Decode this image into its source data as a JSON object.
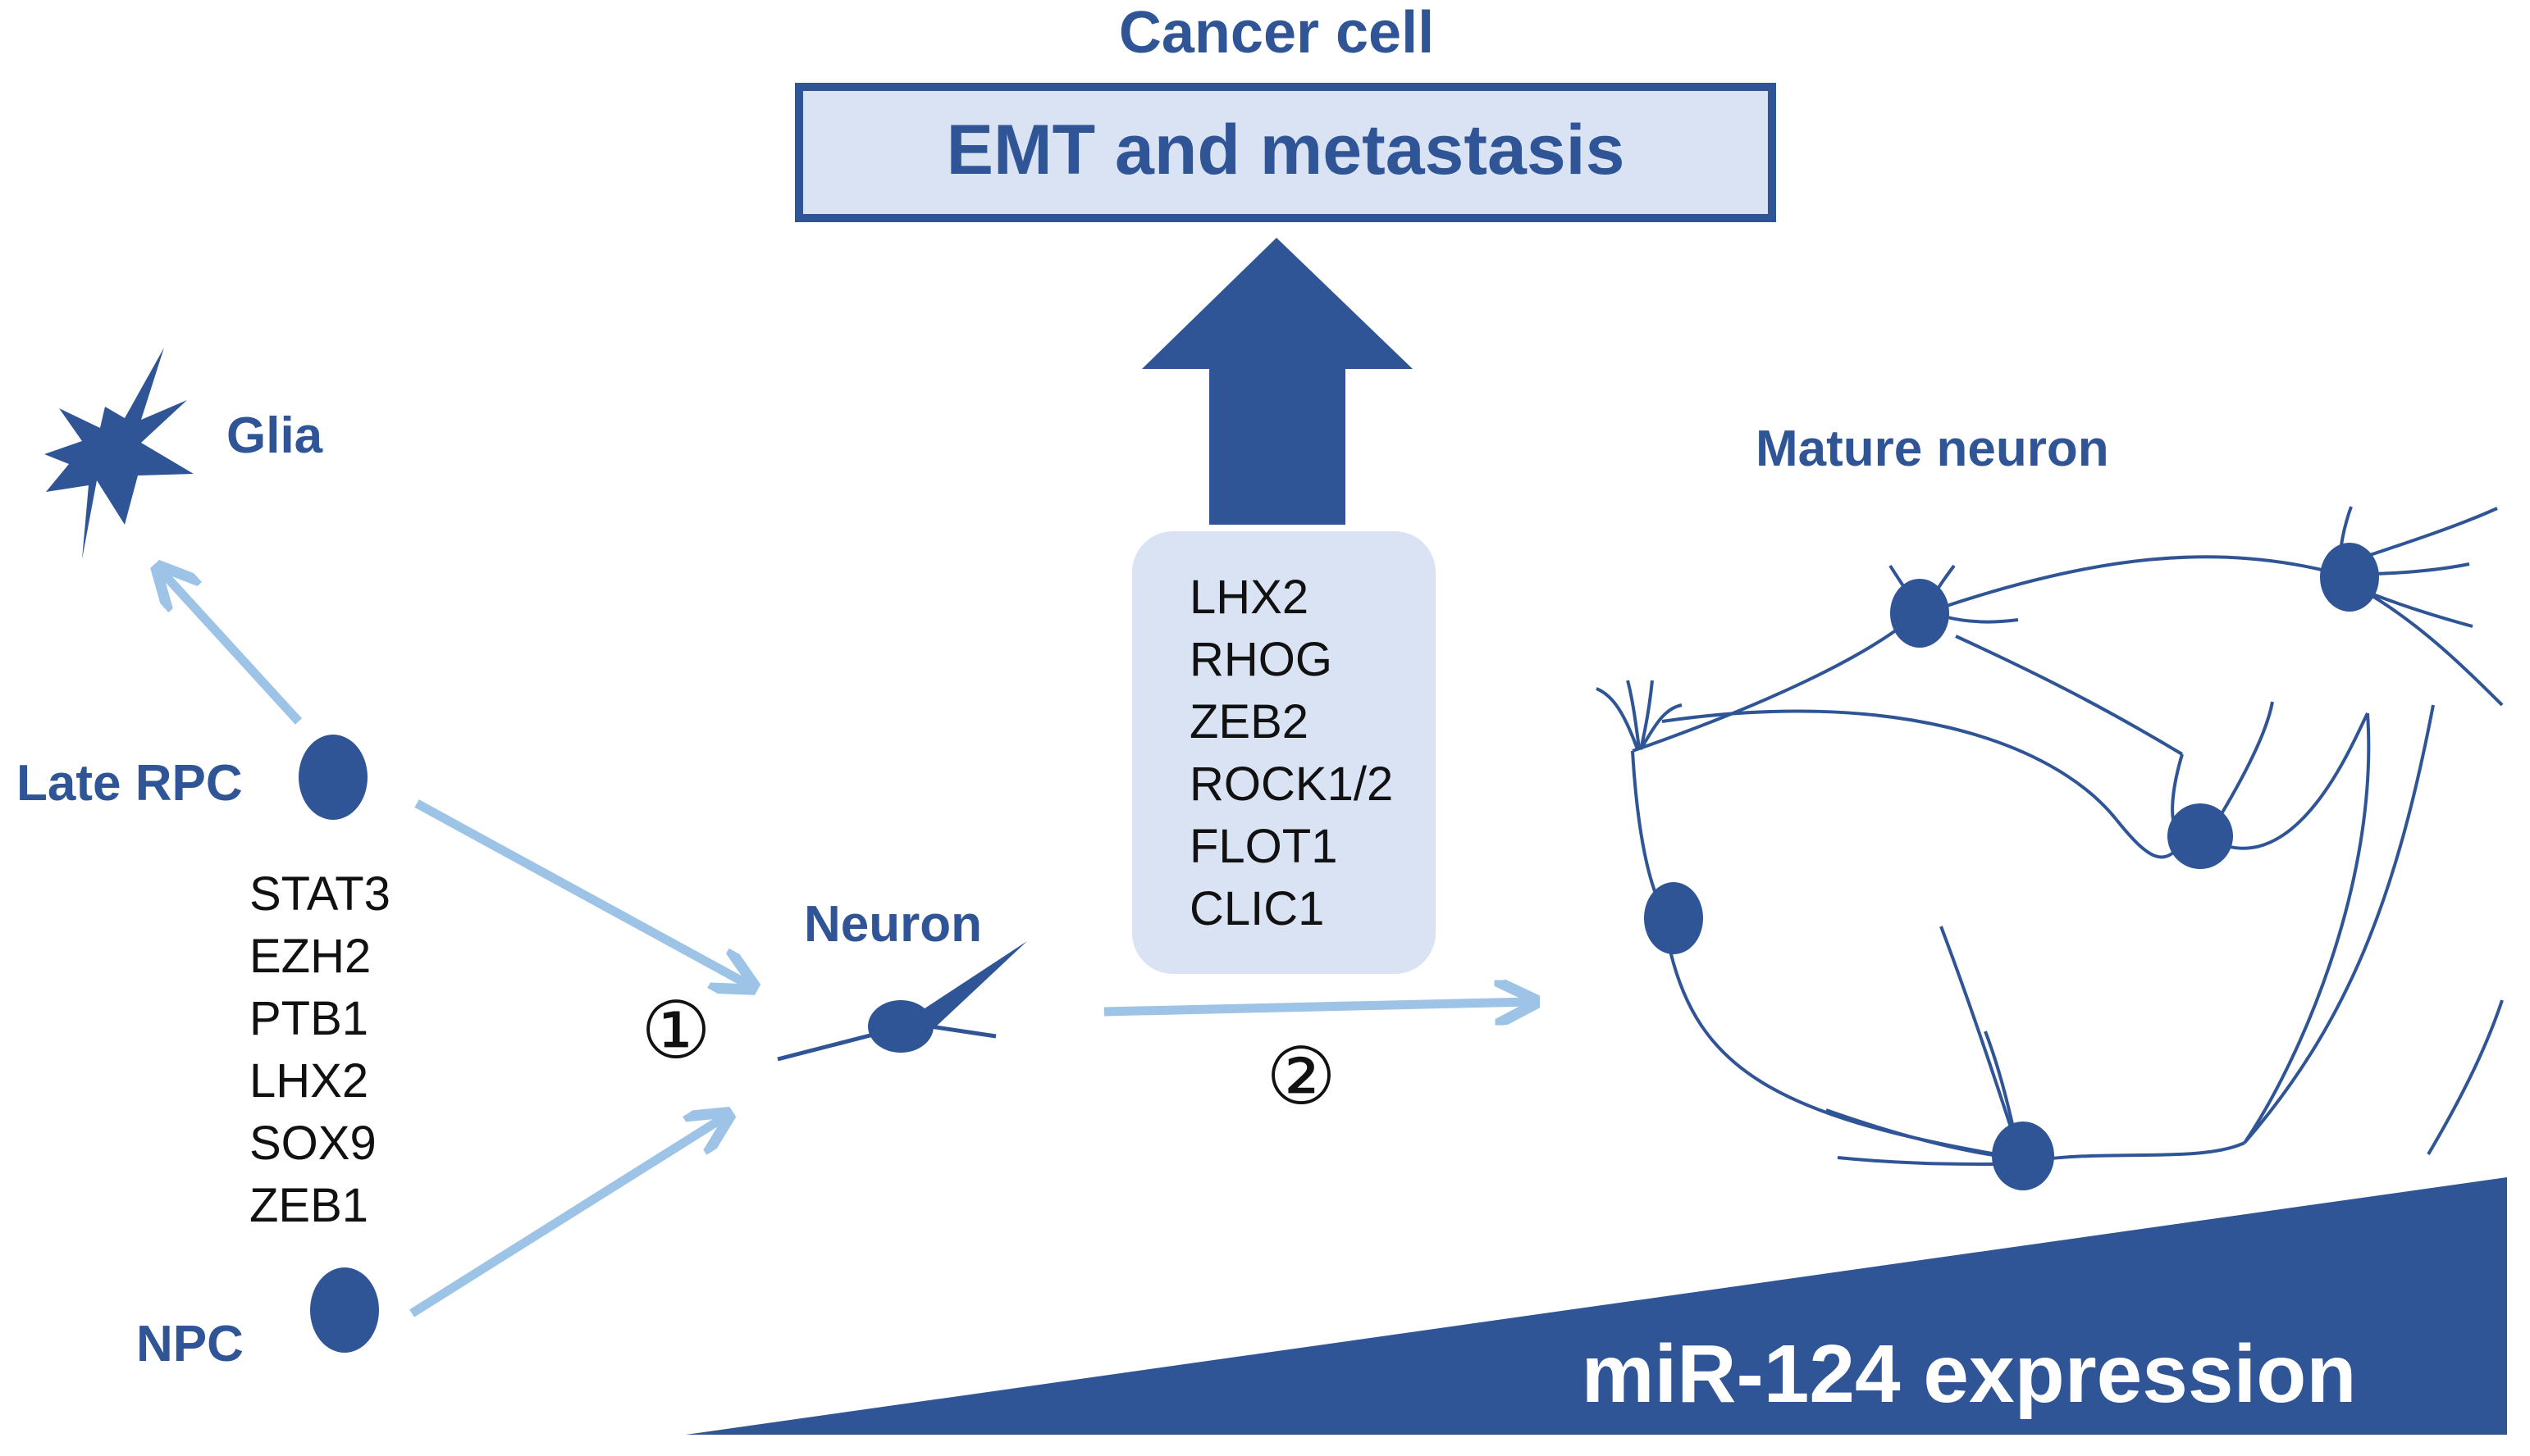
{
  "colors": {
    "dark_blue": "#2f5597",
    "light_blue": "#9dc3e6",
    "box_fill": "#dae3f3",
    "black": "#111111"
  },
  "header": {
    "title": "Cancer cell",
    "box_label": "EMT and metastasis"
  },
  "cells": {
    "glia": "Glia",
    "late_rpc": "Late RPC",
    "npc": "NPC",
    "neuron": "Neuron",
    "mature_neuron": "Mature neuron"
  },
  "step_markers": {
    "step1": "①",
    "step2": "②"
  },
  "gene_list_left": [
    "STAT3",
    "EZH2",
    "PTB1",
    "LHX2",
    "SOX9",
    "ZEB1"
  ],
  "gene_list_box": [
    "LHX2",
    "RHOG",
    "ZEB2",
    "ROCK1/2",
    "FLOT1",
    "CLIC1"
  ],
  "expression_label": "miR-124 expression",
  "icons": {
    "glia": "glia-star-icon",
    "late_rpc": "late-rpc-cell-icon",
    "npc": "npc-cell-icon",
    "neuron": "neuron-icon",
    "network": "mature-neuron-network-icon",
    "up_arrow": "big-up-arrow-icon"
  }
}
